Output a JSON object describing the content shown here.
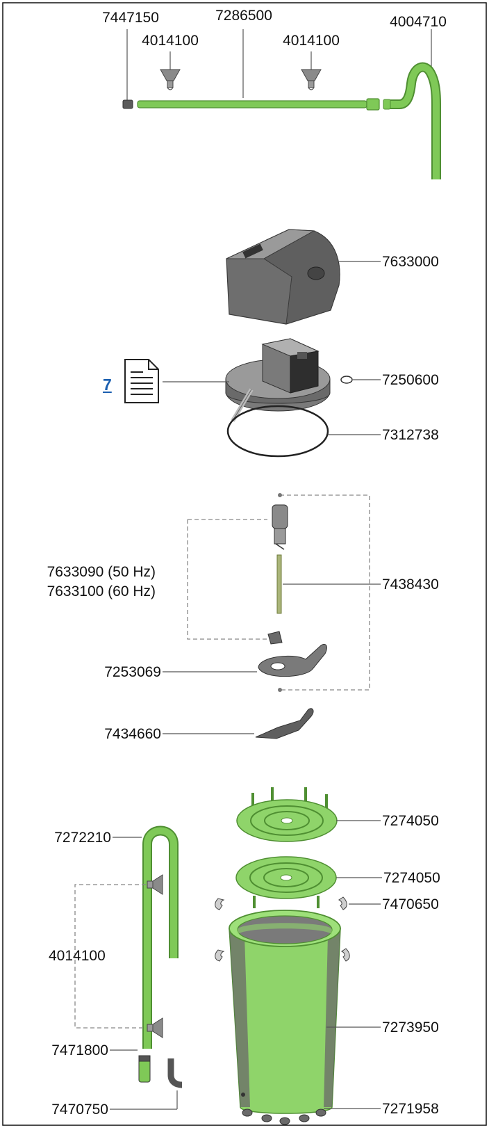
{
  "colors": {
    "tube_green": "#7fc957",
    "tube_green_dark": "#4f8f32",
    "housing_gray": "#6e6e6e",
    "housing_gray_light": "#9a9a9a",
    "line": "#555555",
    "link_blue": "#1b5fb0"
  },
  "icons": {
    "document": "document-icon"
  },
  "doc_link": {
    "label": "7"
  },
  "parts": {
    "outlet_cap": "7447150",
    "spray_bar": "7286500",
    "suction_cup_a": "4014100",
    "suction_cup_b": "4014100",
    "outlet_elbow": "4004710",
    "pump_cover": "7633000",
    "o_ring_small": "7250600",
    "sealing_ring": "7312738",
    "impeller_50hz": "7633090 (50 Hz)",
    "impeller_60hz": "7633100 (60 Hz)",
    "impeller_shaft": "7438430",
    "shaft_holder": "7253069",
    "clip_lever": "7434660",
    "top_grid": "7274050",
    "lower_grid": "7274050",
    "intake_pipe": "7272210",
    "locking_clips": "7470650",
    "intake_cups": "4014100",
    "canister": "7273950",
    "intake_strainer": "7471800",
    "intake_elbow": "7470750",
    "feet": "7271958"
  }
}
